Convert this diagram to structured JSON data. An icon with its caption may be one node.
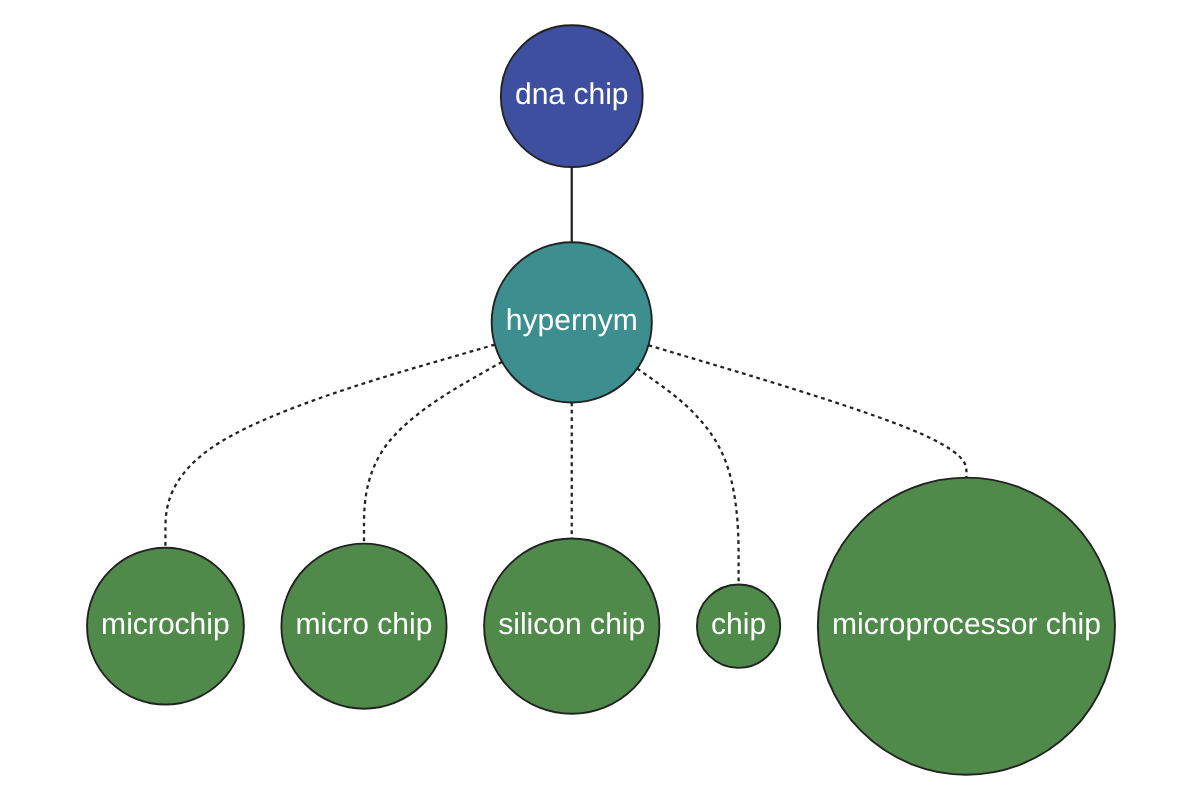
{
  "diagram": {
    "nodes": [
      {
        "text": [
          "dna chip"
        ]
      },
      {
        "text": [
          "microchip"
        ]
      },
      {
        "text": [
          "hypernym"
        ]
      },
      {
        "text": [
          "micro chip"
        ]
      },
      {
        "text": [
          "silicon chip"
        ]
      },
      {
        "text": [
          "chip"
        ]
      },
      {
        "text": [
          "microprocessor chip"
        ]
      }
    ],
    "edges": [
      {
        "from": 0,
        "to": 2,
        "arrow": "none"
      },
      {
        "from": 2,
        "to": 1,
        "arrow": "none",
        "style": "dashed"
      },
      {
        "from": 2,
        "to": 3,
        "arrow": "none",
        "style": "dashed"
      },
      {
        "from": 2,
        "to": 4,
        "arrow": "none",
        "style": "dashed"
      },
      {
        "from": 2,
        "to": 5,
        "arrow": "none",
        "style": "dashed"
      },
      {
        "from": 2,
        "to": 6,
        "arrow": "none",
        "style": "dashed"
      }
    ]
  }
}
